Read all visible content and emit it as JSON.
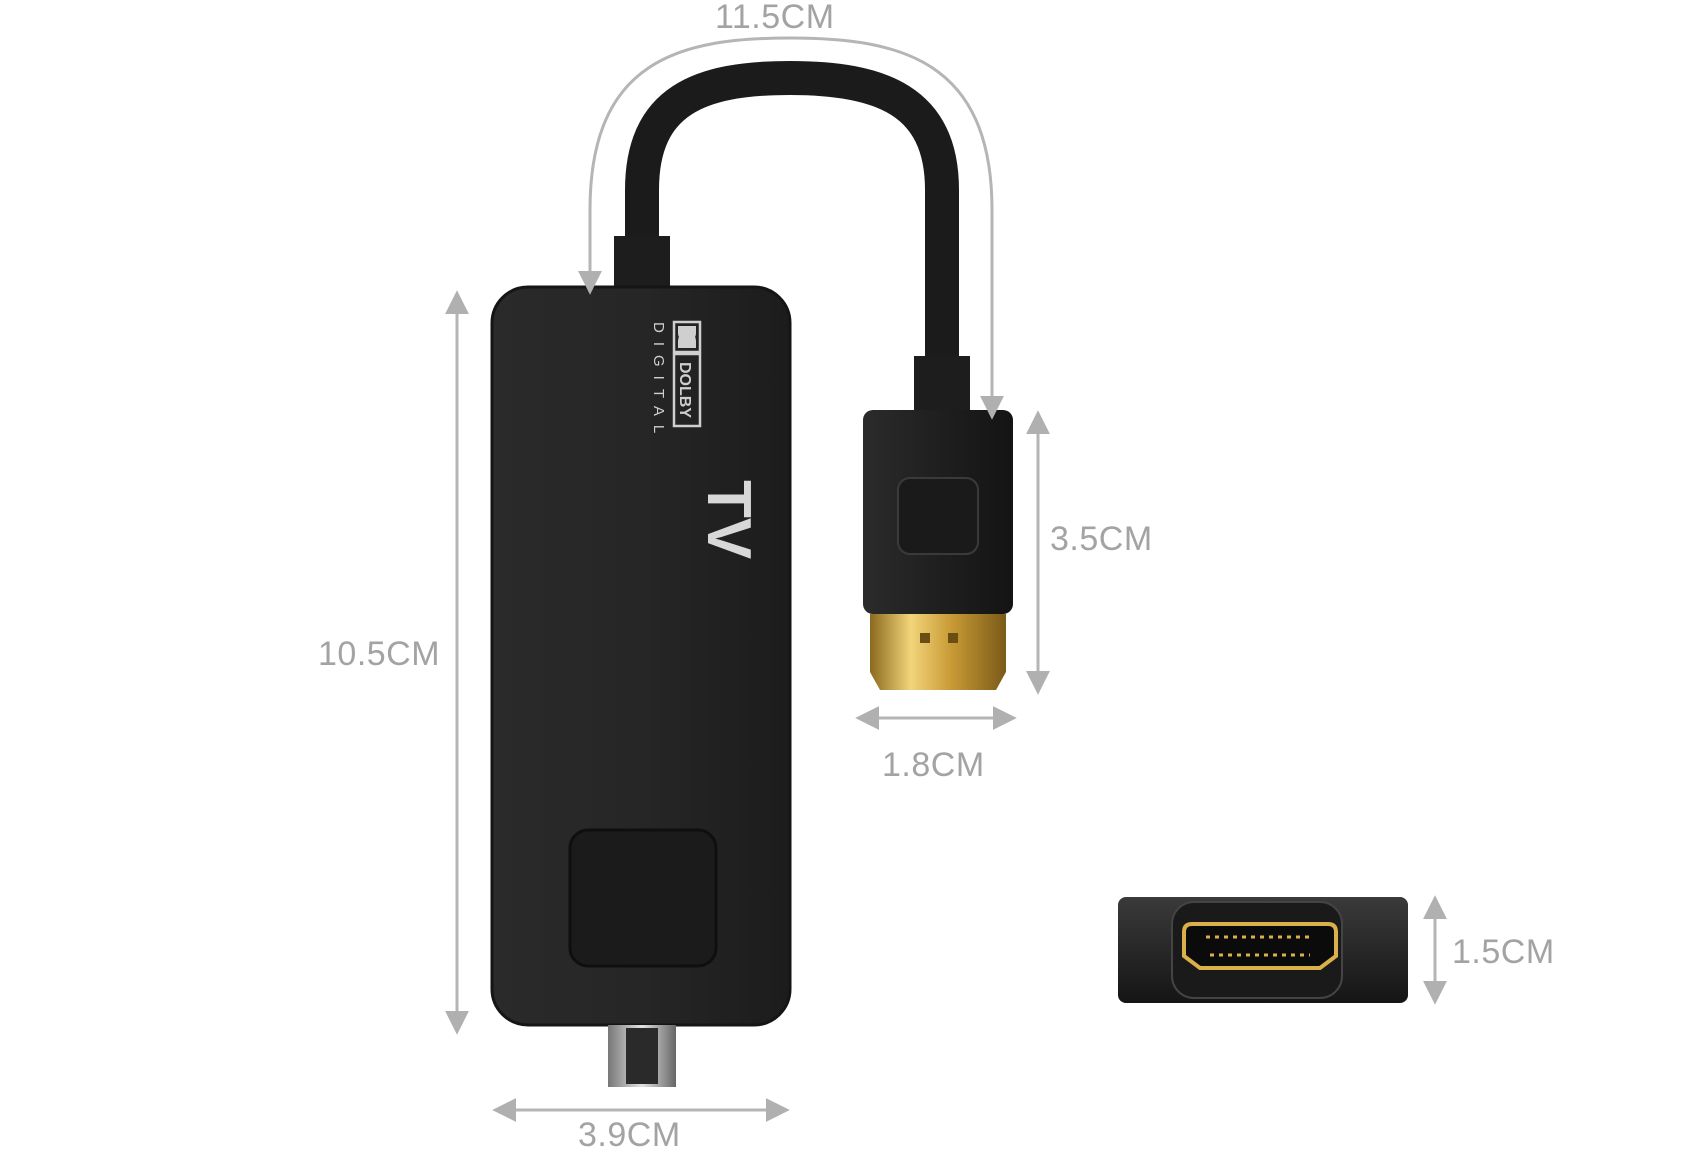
{
  "product": {
    "logo_brand": "DOLBY",
    "logo_sub": "DIGITAL",
    "tv_mark": "TV"
  },
  "dimensions": {
    "cable_length": "11.5CM",
    "body_height": "10.5CM",
    "body_width": "3.9CM",
    "plug_height": "3.5CM",
    "plug_width": "1.8CM",
    "thickness": "1.5CM"
  },
  "colors": {
    "body": "#232323",
    "dimension_lines": "#b5b5b5",
    "gold_contacts": "#d4a93a"
  }
}
